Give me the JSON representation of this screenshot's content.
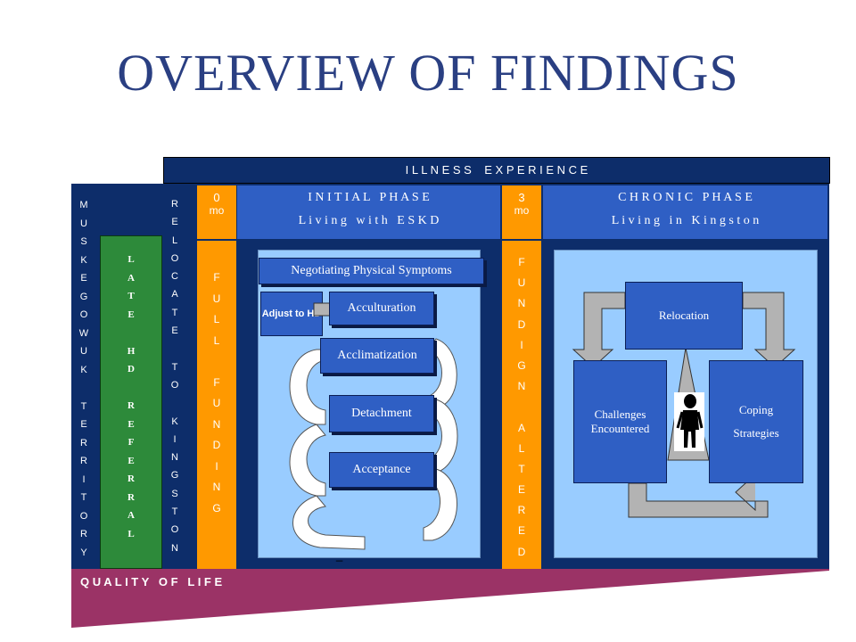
{
  "title": "OVERVIEW OF FINDINGS",
  "illness_experience": "I L L N E S S    E X P E R I E N C E",
  "muskegowuk_territory": [
    "M",
    "U",
    "S",
    "K",
    "E",
    "G",
    "O",
    "W",
    "U",
    "K",
    "",
    "T",
    "E",
    "R",
    "R",
    "I",
    "T",
    "O",
    "R",
    "Y"
  ],
  "late_hd_referral": [
    "L",
    "A",
    "T",
    "E",
    "",
    "H",
    "D",
    "",
    "R",
    "E",
    "F",
    "E",
    "R",
    "R",
    "A",
    "L"
  ],
  "relocate_to_kingston": [
    "R",
    "E",
    "L",
    "O",
    "C",
    "A",
    "T",
    "E",
    "",
    "T",
    "O",
    "",
    "K",
    "I",
    "N",
    "G",
    "S",
    "T",
    "O",
    "N"
  ],
  "initial_time": {
    "value": "0",
    "unit": "mo"
  },
  "chronic_time": {
    "value": "3",
    "unit": "mo"
  },
  "full_funding": [
    "F",
    "U",
    "L",
    "L",
    "",
    "F",
    "U",
    "N",
    "D",
    "I",
    "N",
    "G"
  ],
  "funding_altered": [
    "F",
    "U",
    "N",
    "D",
    "I",
    "G",
    "N",
    "",
    "A",
    "L",
    "T",
    "E",
    "R",
    "E",
    "D"
  ],
  "initial_phase": {
    "title": "I N I T I A L   P H A S E",
    "subtitle": "L i v i n g   w i t h   E S K D"
  },
  "chronic_phase": {
    "title": "C H R O N I C   P H A S E",
    "subtitle": "L i v i n g   i n   K i n g s t o n"
  },
  "negotiating": "Negotiating Physical Symptoms",
  "adjust": "Adjust to HD",
  "steps": [
    "Acculturation",
    "Acclimatization",
    "Detachment",
    "Acceptance"
  ],
  "underscore": "_",
  "relocation": "Relocation",
  "challenges": "Challenges Encountered",
  "coping": [
    "Coping",
    "Strategies"
  ],
  "quality_of_life": "Q U A L I T Y   O F   L I F E",
  "colors": {
    "navy": "#0d2d6a",
    "blue": "#2f5fc4",
    "orange": "#ff9900",
    "light_blue": "#99ccff",
    "maroon": "#9b3366",
    "gray": "#b3b3b3"
  }
}
